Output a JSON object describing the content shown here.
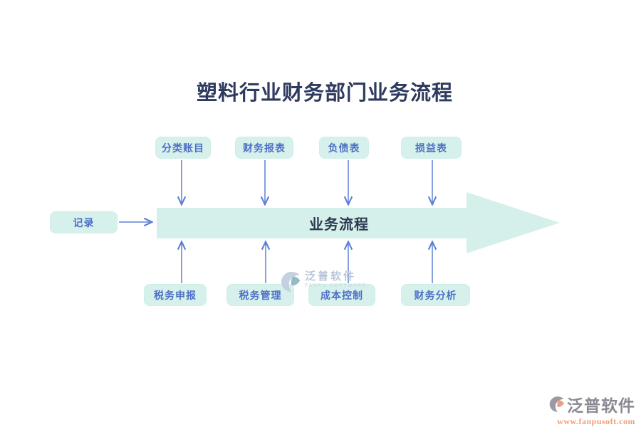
{
  "title": "塑料行业财务部门业务流程",
  "flow": {
    "input_box": {
      "label": "记录"
    },
    "main_arrow": {
      "label": "业务流程"
    },
    "top_boxes": [
      {
        "label": "分类账目"
      },
      {
        "label": "财务报表"
      },
      {
        "label": "负债表"
      },
      {
        "label": "损益表"
      }
    ],
    "bottom_boxes": [
      {
        "label": "税务申报"
      },
      {
        "label": "税务管理"
      },
      {
        "label": "成本控制"
      },
      {
        "label": "财务分析"
      }
    ]
  },
  "watermarks": {
    "center": {
      "brand": "泛普软件",
      "subtitle": "FANPU SOFTWARE"
    },
    "corner": {
      "brand": "泛普软件",
      "url": "www.fanpusoft.com"
    }
  },
  "colors": {
    "node_fill": "#d6f1ec",
    "node_border": "#cfeee8",
    "node_text": "#4e6fc6",
    "banner_fill": "#d5f0ea",
    "connector_blue": "#5d80d5",
    "title_text": "#2e3a5e",
    "banner_text": "#2d3850",
    "watermark_center_text": "#b5c2d6",
    "watermark_corner_brand": "#8a8992",
    "watermark_corner_url": "#ee9e7b"
  }
}
